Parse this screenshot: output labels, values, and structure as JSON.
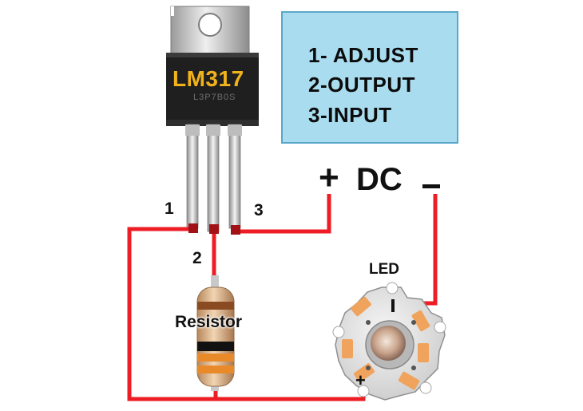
{
  "regulator": {
    "name": "LM317",
    "code": "L3P7B0S"
  },
  "pinout": {
    "lines": [
      "1- ADJUST",
      "2-OUTPUT",
      "3-INPUT"
    ]
  },
  "pins": {
    "pin1": "1",
    "pin2": "2",
    "pin3": "3"
  },
  "supply": {
    "plus": "+",
    "label": "DC",
    "minus": "–"
  },
  "components": {
    "resistor": "Resistor",
    "led": "LED",
    "led_plus": "+"
  },
  "colors": {
    "wire": "#ee1c24",
    "box_fill": "#a9dcee",
    "chip_label": "#f2b21b",
    "led_pad": "#f0a35c"
  }
}
